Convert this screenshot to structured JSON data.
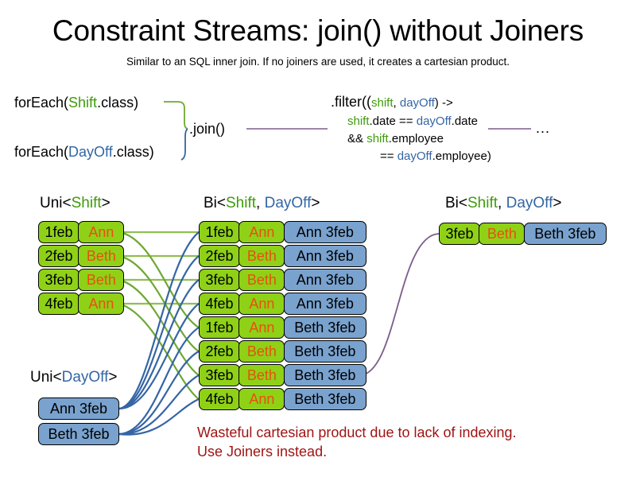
{
  "header": {
    "title": "Constraint Streams: join() without Joiners",
    "subtitle": "Similar to an SQL inner join. If no joiners are used, it creates a cartesian product."
  },
  "code": {
    "for_each_shift": {
      "prefix": "forEach(",
      "type": "Shift",
      "suffix": ".class)"
    },
    "for_each_dayoff": {
      "prefix": "forEach(",
      "type": "DayOff",
      "suffix": ".class)"
    },
    "join_call": ".join()",
    "filter": {
      "line1_prefix": ".filter((",
      "line1_param_a": "shift",
      "line1_comma": ", ",
      "line1_param_b": "dayOff",
      "line1_suffix": ") ->",
      "line2_a": "shift",
      "line2_mid": ".date == ",
      "line2_b": "dayOff",
      "line2_end": ".date",
      "line3_prefix": "&& ",
      "line3_a": "shift",
      "line3_end": ".employee",
      "line4_prefix": "== ",
      "line4_b": "dayOff",
      "line4_end": ".employee)"
    },
    "ellipsis": "..."
  },
  "captions": {
    "uni_shift": {
      "pre": "Uni<",
      "type": "Shift",
      "post": ">"
    },
    "bi_mid": {
      "pre": "Bi<",
      "type_a": "Shift",
      "sep": ", ",
      "type_b": "DayOff",
      "post": ">"
    },
    "bi_right": {
      "pre": "Bi<",
      "type_a": "Shift",
      "sep": ", ",
      "type_b": "DayOff",
      "post": ">"
    },
    "uni_dayoff": {
      "pre": "Uni<",
      "type": "DayOff",
      "post": ">"
    }
  },
  "shift_stream": [
    {
      "date": "1feb",
      "employee": "Ann"
    },
    {
      "date": "2feb",
      "employee": "Beth"
    },
    {
      "date": "3feb",
      "employee": "Beth"
    },
    {
      "date": "4feb",
      "employee": "Ann"
    }
  ],
  "dayoff_stream": [
    {
      "label": "Ann 3feb"
    },
    {
      "label": "Beth 3feb"
    }
  ],
  "cartesian_stream": [
    {
      "date": "1feb",
      "employee": "Ann",
      "dayoff": "Ann 3feb"
    },
    {
      "date": "2feb",
      "employee": "Beth",
      "dayoff": "Ann 3feb"
    },
    {
      "date": "3feb",
      "employee": "Beth",
      "dayoff": "Ann 3feb"
    },
    {
      "date": "4feb",
      "employee": "Ann",
      "dayoff": "Ann 3feb"
    },
    {
      "date": "1feb",
      "employee": "Ann",
      "dayoff": "Beth 3feb"
    },
    {
      "date": "2feb",
      "employee": "Beth",
      "dayoff": "Beth 3feb"
    },
    {
      "date": "3feb",
      "employee": "Beth",
      "dayoff": "Beth 3feb"
    },
    {
      "date": "4feb",
      "employee": "Ann",
      "dayoff": "Beth 3feb"
    }
  ],
  "filtered_stream": [
    {
      "date": "3feb",
      "employee": "Beth",
      "dayoff": "Beth 3feb"
    }
  ],
  "warning": {
    "line1": "Wasteful cartesian product due to lack of indexing.",
    "line2": "Use Joiners instead."
  },
  "colors": {
    "shift_green": "#8fd117",
    "dayoff_blue": "#79a2ce",
    "employee_orange": "#e8500f",
    "type_green": "#3f9b0b",
    "type_blue": "#3465a4",
    "warning_red": "#a01414",
    "wire_green": "#6ea832",
    "wire_blue": "#3465a4",
    "wire_purple": "#7b5c8c"
  }
}
